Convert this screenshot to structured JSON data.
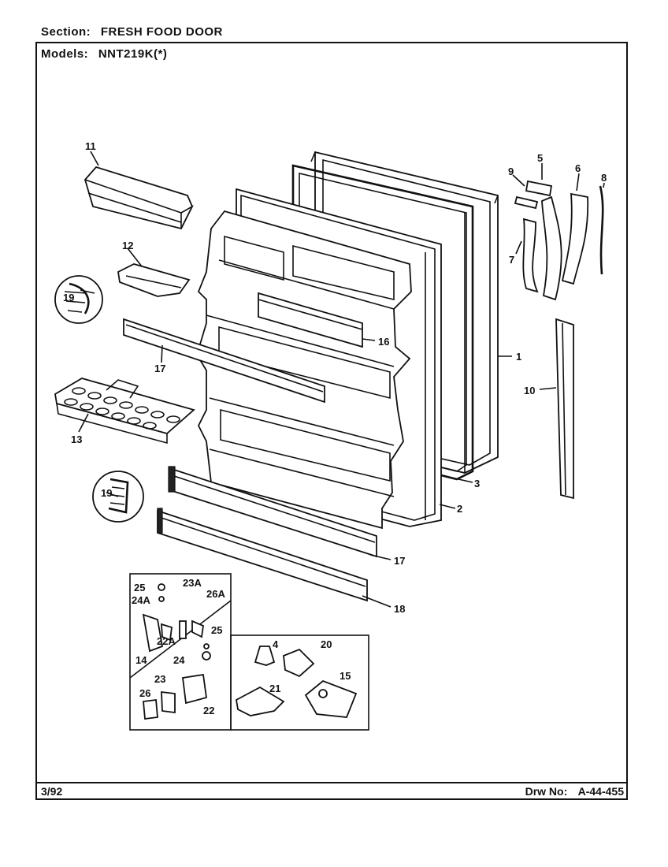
{
  "header": {
    "section_label": "Section:",
    "section_value": "FRESH FOOD DOOR",
    "models_label": "Models:",
    "models_value": "NNT219K(*)"
  },
  "footer": {
    "date": "3/92",
    "drawing_label": "Drw No:",
    "drawing_number": "A-44-455"
  },
  "callouts": {
    "p1": "1",
    "p2": "2",
    "p3": "3",
    "p4": "4",
    "p5": "5",
    "p6": "6",
    "p7": "7",
    "p8": "8",
    "p9": "9",
    "p10": "10",
    "p11": "11",
    "p12": "12",
    "p13": "13",
    "p14": "14",
    "p15": "15",
    "p16": "16",
    "p17a": "17",
    "p17b": "17",
    "p18": "18",
    "p19a": "19",
    "p19b": "19",
    "p20": "20",
    "p21": "21",
    "p22": "22",
    "p22a": "22A",
    "p23": "23",
    "p23a": "23A",
    "p24": "24",
    "p24a": "24A",
    "p25a": "25",
    "p25b": "25",
    "p26": "26",
    "p26a": "26A"
  }
}
